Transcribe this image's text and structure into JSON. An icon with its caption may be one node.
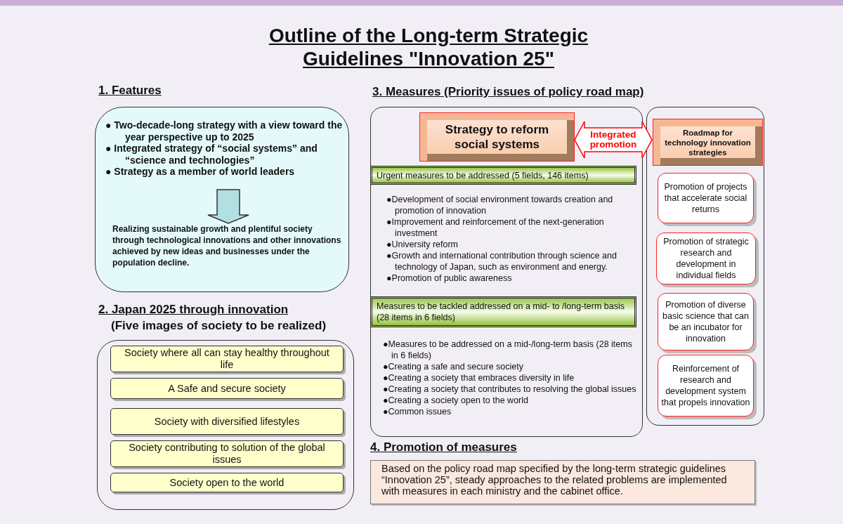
{
  "diagram": {
    "title": "Outline of the Long-term Strategic Guidelines \"Innovation 25\"",
    "nodes": [
      {
        "text": [
          "1. Features"
        ]
      },
      {
        "text": [
          "● Two-decade-long strategy with a view toward the year perspective up to 2025",
          "● Integrated strategy of “social systems” and “science and technologies”",
          "● Strategy as a member of world leaders"
        ],
        "in": 0
      },
      {
        "text": [
          "Realizing sustainable growth and plentiful society through technological innovations and other innovations achieved by new ideas and businesses under the population decline."
        ],
        "in": 0
      },
      {
        "text": [
          "2. Japan 2025 through innovation",
          "(Five images of society to be realized)"
        ]
      },
      {
        "text": [
          "Society where all can stay healthy throughout life"
        ],
        "in": 3
      },
      {
        "text": [
          "A Safe and secure society"
        ],
        "in": 3
      },
      {
        "text": [
          "Society with diversified lifestyles"
        ],
        "in": 3
      },
      {
        "text": [
          "Society contributing to solution of the global issues"
        ],
        "in": 3
      },
      {
        "text": [
          "Society open to the world"
        ],
        "in": 3
      },
      {
        "text": [
          "3. Measures (Priority issues of policy road map)",
          "●Development of social environment towards creation and promotion of innovation",
          "●Improvement and reinforcement of the next-generation investment",
          "●University reform",
          "●Growth and international contribution through science and technology of Japan, such as environment and energy.",
          "●Promotion of public awareness",
          "●Measures to be addressed on a mid-/long-term basis (28 items in 6 fields)",
          "●Creating a safe and secure society",
          "●Creating a society that embraces diversity in life",
          "●Creating a society that contributes to resolving the global issues",
          "●Creating a society open to the world",
          "●Common issues"
        ]
      },
      {
        "text": [
          "Strategy to reform social systems"
        ],
        "in": 9
      },
      {
        "text": [
          "Urgent measures to be addressed (5 fields, 146 items)"
        ],
        "in": 9
      },
      {
        "text": [
          "Measures to be tackled addressed on a mid- to /long-term basis (28 items in 6 fields)"
        ],
        "in": 9
      },
      {
        "text": [],
        "shape": "box"
      },
      {
        "text": [
          "Roadmap for technology innovation strategies"
        ],
        "in": 13
      },
      {
        "text": [
          "Promotion of projects that accelerate social returns"
        ],
        "in": 13
      },
      {
        "text": [
          "Promotion of strategic research and development in individual fields"
        ],
        "in": 13
      },
      {
        "text": [
          "Promotion of diverse basic science that can be an incubator for innovation"
        ],
        "in": 13
      },
      {
        "text": [
          "Reinforcement of research and development system that propels innovation"
        ],
        "in": 13
      },
      {
        "text": [
          "4. Promotion of measures",
          "Based on the policy road map specified by the long-term strategic guidelines “Innovation 25”, steady approaches to the related problems are implemented with measures in each ministry and the cabinet office."
        ]
      }
    ],
    "edges": [
      {
        "from": 1,
        "to": 2,
        "arrow": "to"
      },
      {
        "from": 10,
        "to": 14,
        "arrow": "both",
        "label": "Integrated promotion",
        "color": "#ff0000"
      }
    ]
  }
}
